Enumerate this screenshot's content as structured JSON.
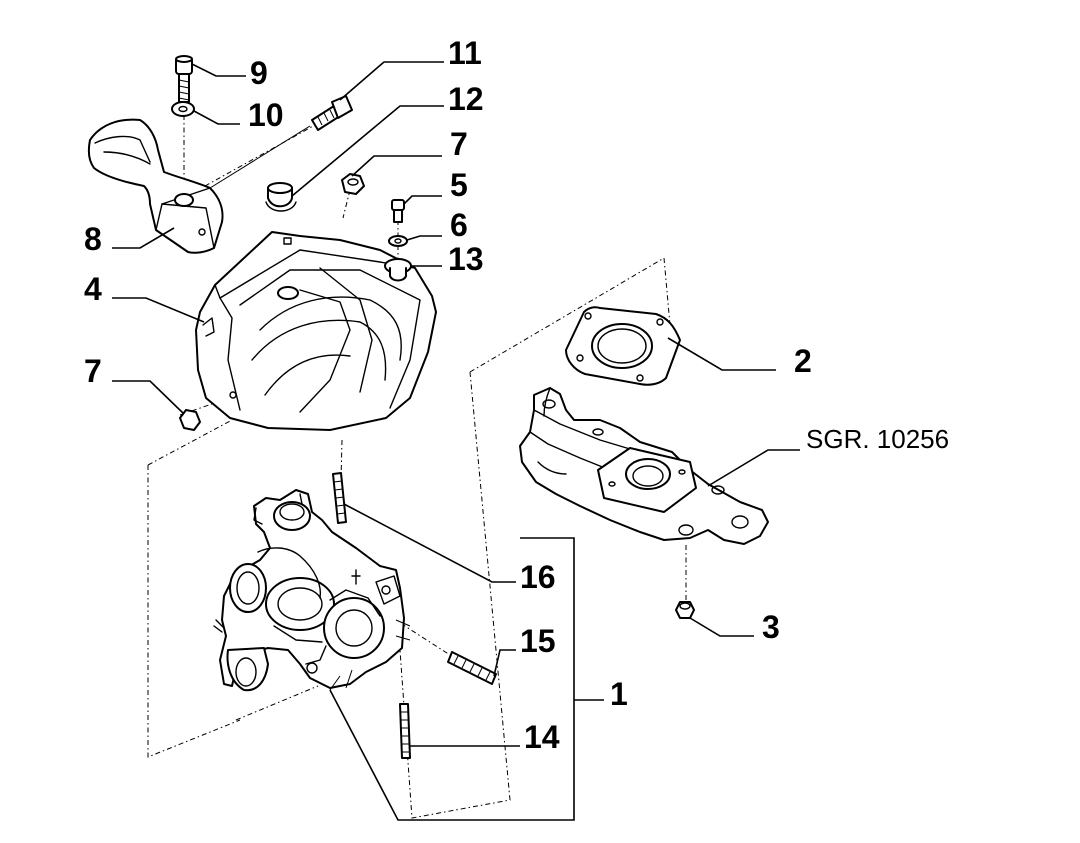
{
  "callouts": {
    "c1": "1",
    "c2": "2",
    "c3": "3",
    "c4": "4",
    "c5": "5",
    "c6": "6",
    "c7a": "7",
    "c7b": "7",
    "c8": "8",
    "c9": "9",
    "c10": "10",
    "c11": "11",
    "c12": "12",
    "c13": "13",
    "c14": "14",
    "c15": "15",
    "c16": "16"
  },
  "reference": {
    "manifold": "SGR. 10256"
  }
}
